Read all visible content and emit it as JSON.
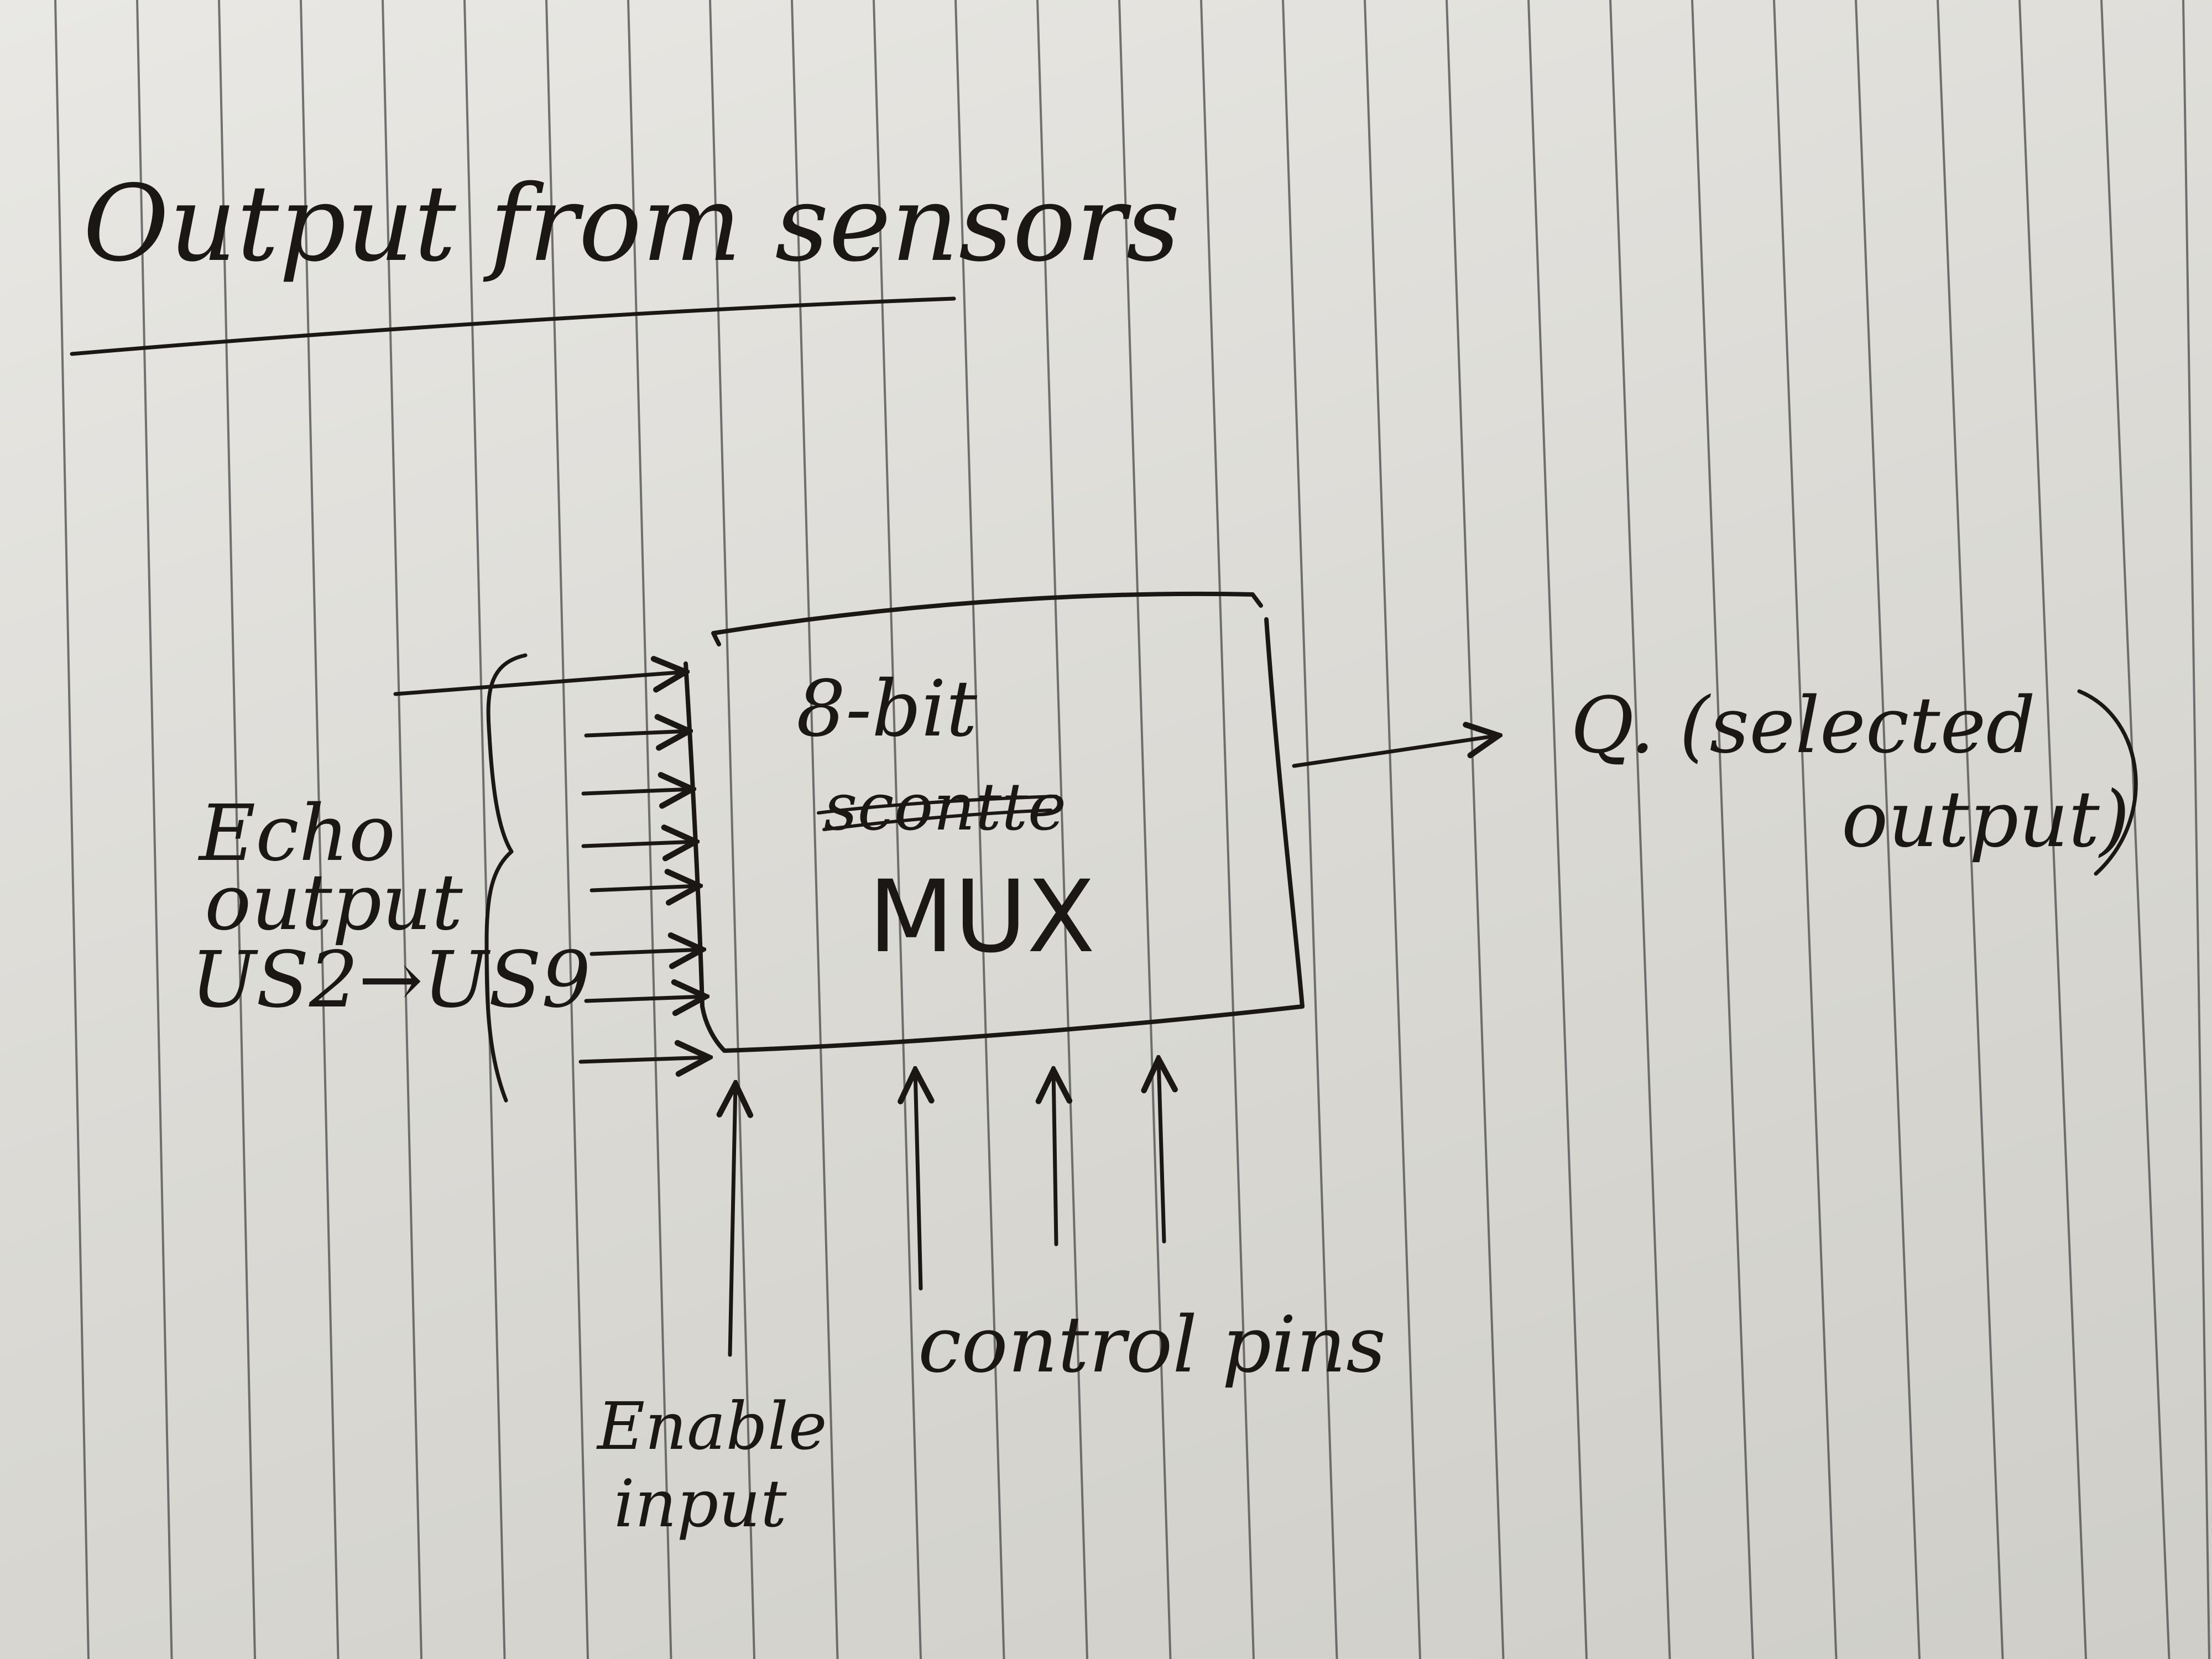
{
  "diagram": {
    "title": "Output from sensors",
    "block": {
      "line1": "8-bit",
      "line2_struck": "scontte",
      "line3": "MUX"
    },
    "inputs_label": {
      "line1": "Echo",
      "line2": "output",
      "line3": "US2→US9"
    },
    "input_count": 8,
    "output_label": {
      "line1": "Q. (selected",
      "line2": "output)"
    },
    "control_label": "control pins",
    "control_pin_count": 3,
    "enable_label": {
      "line1": "Enable",
      "line2": "input"
    }
  },
  "colors": {
    "ink": "#1b1714",
    "paper": "#e4e3df",
    "ruling": "#4a4a4c"
  }
}
